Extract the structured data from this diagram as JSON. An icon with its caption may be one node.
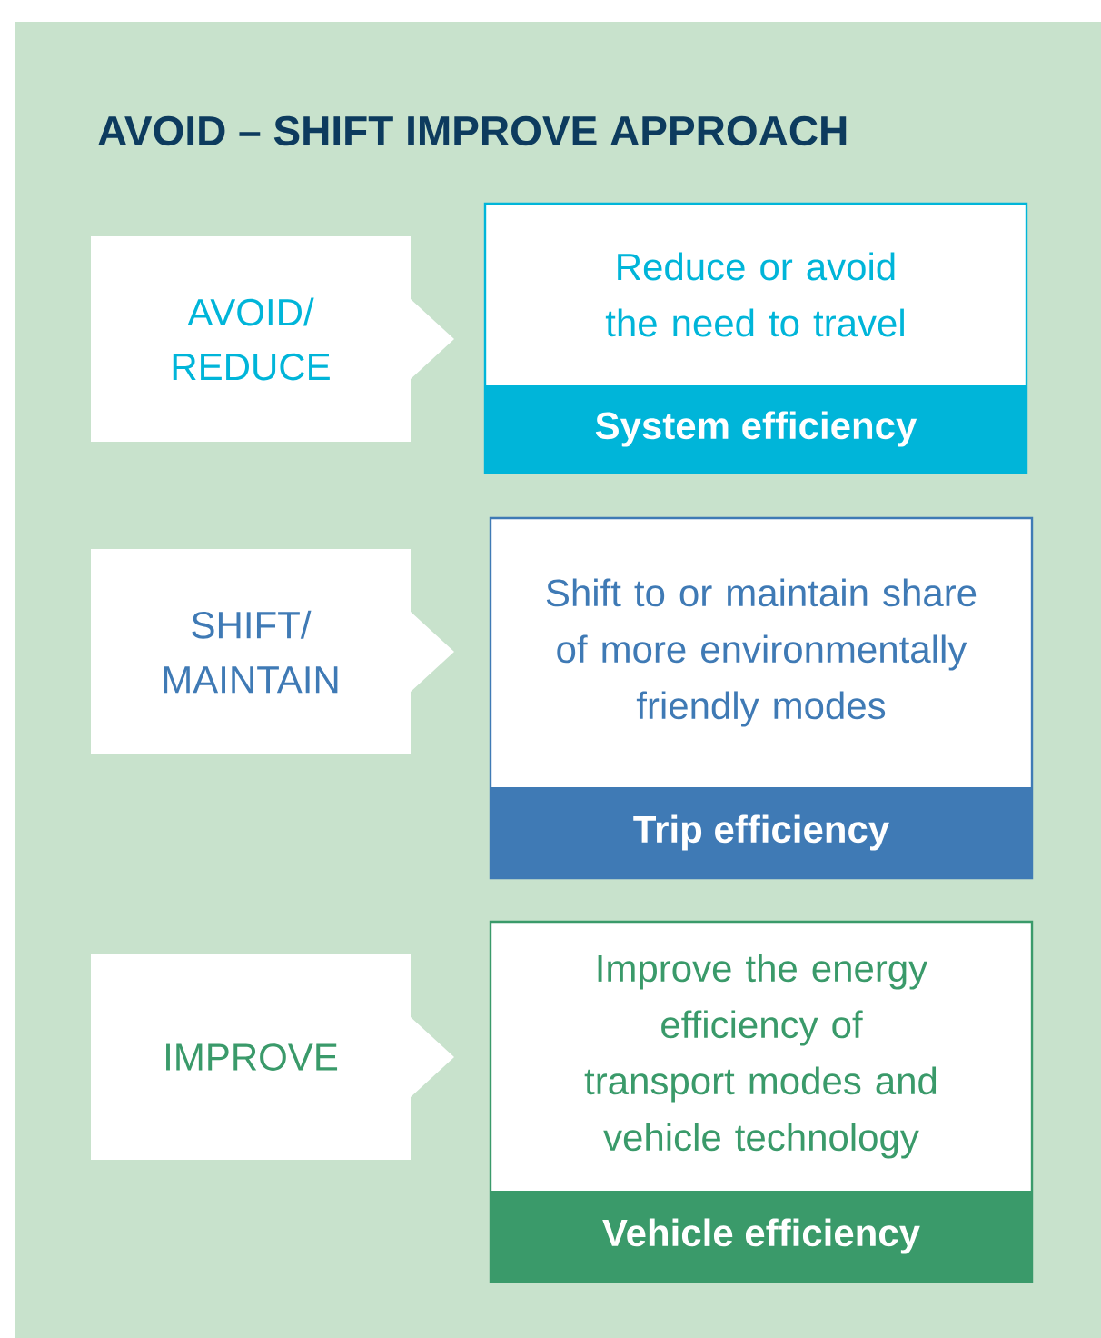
{
  "diagram": {
    "title": "AVOID – SHIFT IMPROVE APPROACH",
    "nodes": [
      {
        "text": [
          "AVOID/ REDUCE"
        ]
      },
      {
        "text": [
          "Reduce or avoid the need to travel",
          "System efficiency"
        ]
      },
      {
        "text": [
          "SHIFT/ MAINTAIN"
        ]
      },
      {
        "text": [
          "Shift to or maintain share of more environmentally friendly modes",
          "Trip efficiency"
        ]
      },
      {
        "text": [
          "IMPROVE"
        ]
      },
      {
        "text": [
          "Improve the energy efficiency of transport modes and vehicle technology",
          "Vehicle efficiency"
        ]
      }
    ],
    "edges": []
  }
}
